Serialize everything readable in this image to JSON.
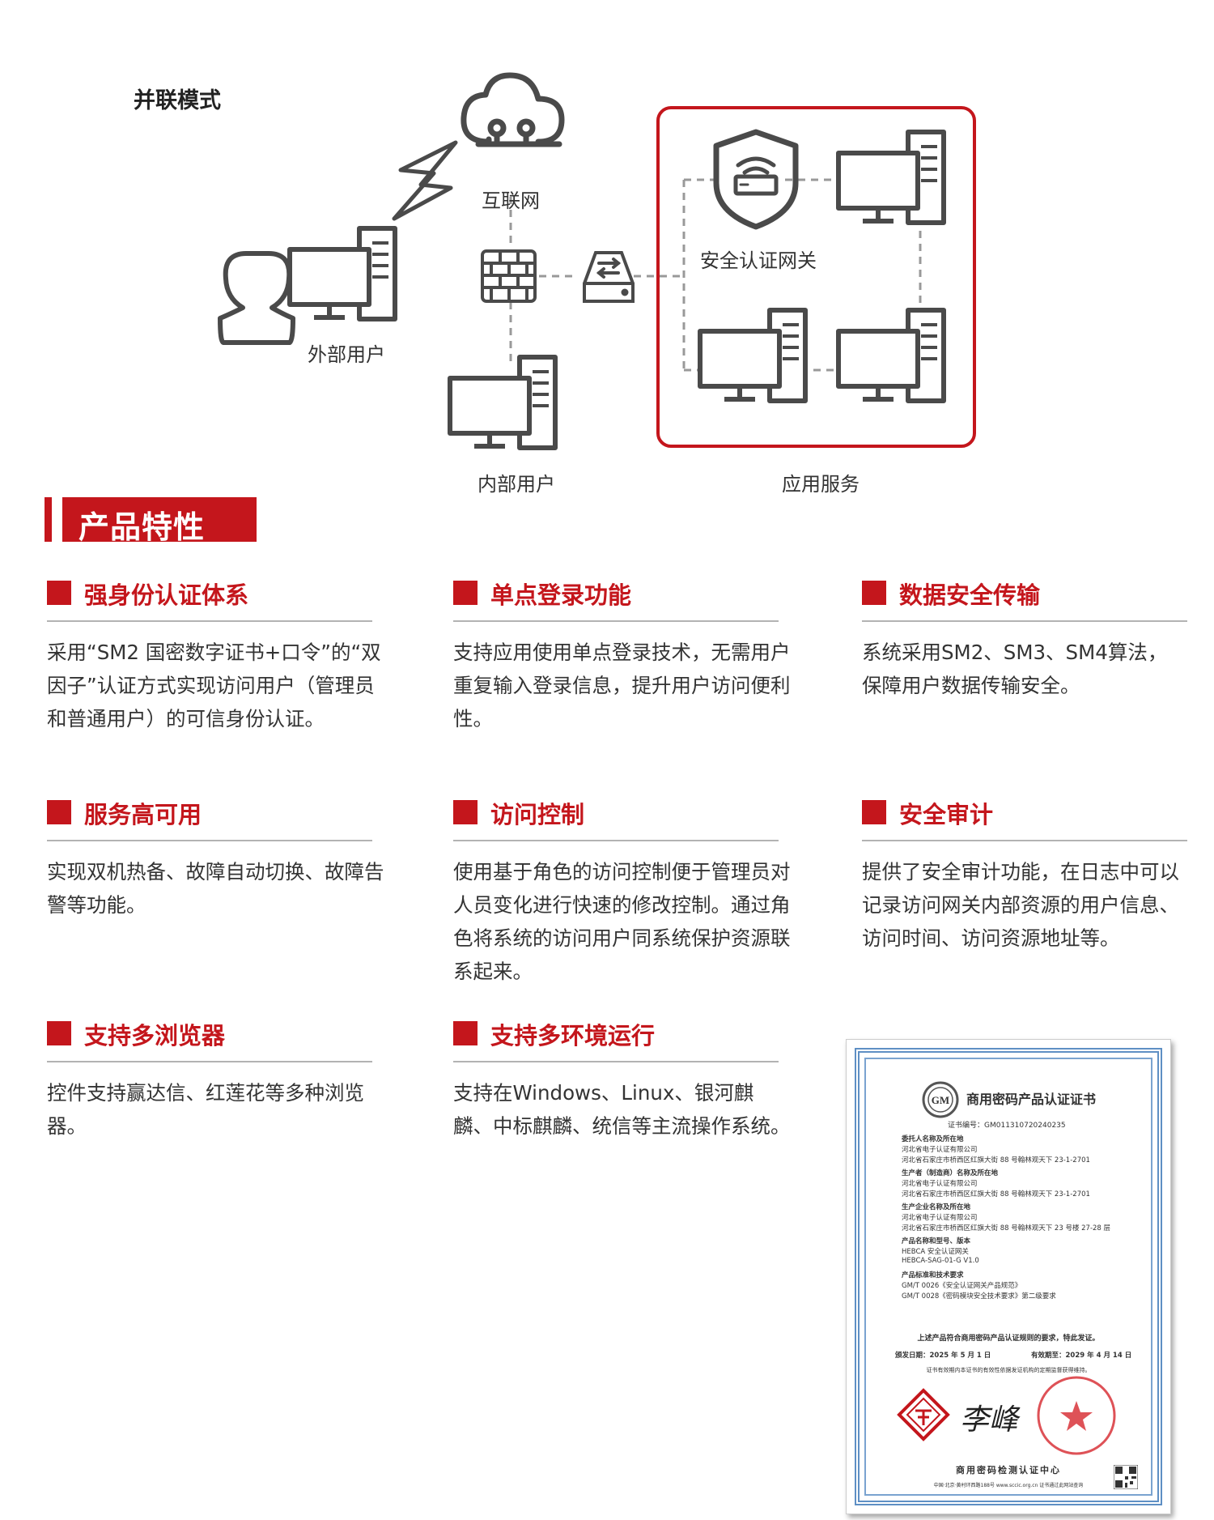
{
  "diagram": {
    "mode_title": "并联模式",
    "labels": {
      "internet": "互联网",
      "external_user": "外部用户",
      "internal_user": "内部用户",
      "gateway": "安全认证网关",
      "app_service": "应用服务"
    },
    "accent_color": "#c4161c",
    "icon_color": "#4a4a4a"
  },
  "section": {
    "title": "产品特性"
  },
  "features": [
    {
      "title": "强身份认证体系",
      "body": "采用“SM2 国密数字证书+口令”的“双因子”认证方式实现访问用户（管理员和普通用户）的可信身份认证。"
    },
    {
      "title": "单点登录功能",
      "body": "支持应用使用单点登录技术，无需用户重复输入登录信息，提升用户访问便利性。"
    },
    {
      "title": "数据安全传输",
      "body": "系统采用SM2、SM3、SM4算法，保障用户数据传输安全。"
    },
    {
      "title": "服务高可用",
      "body": "实现双机热备、故障自动切换、故障告警等功能。"
    },
    {
      "title": "访问控制",
      "body": "使用基于角色的访问控制便于管理员对人员变化进行快速的修改控制。通过角色将系统的访问用户同系统保护资源联系起来。"
    },
    {
      "title": "安全审计",
      "body": "提供了安全审计功能，在日志中可以记录访问网关内部资源的用户信息、访问时间、访问资源地址等。"
    },
    {
      "title": "支持多浏览器",
      "body": "控件支持赢达信、红莲花等多种浏览器。"
    },
    {
      "title": "支持多环境运行",
      "body": "支持在Windows、Linux、银河麒麟、中标麒麟、统信等主流操作系统。"
    }
  ],
  "certificate": {
    "logo_text": "GM",
    "title": "商用密码产品认证证书",
    "number": "证书编号：GM011310720240235",
    "lines": [
      {
        "text": "委托人名称及所在地",
        "bold": true
      },
      {
        "text": "河北省电子认证有限公司",
        "bold": false
      },
      {
        "text": "河北省石家庄市桥西区红旗大街 88 号翰林观天下 23-1-2701",
        "bold": false
      },
      {
        "text": "生产者（制造商）名称及所在地",
        "bold": true
      },
      {
        "text": "河北省电子认证有限公司",
        "bold": false
      },
      {
        "text": "河北省石家庄市桥西区红旗大街 88 号翰林观天下 23-1-2701",
        "bold": false
      },
      {
        "text": "生产企业名称及所在地",
        "bold": true
      },
      {
        "text": "河北省电子认证有限公司",
        "bold": false
      },
      {
        "text": "河北省石家庄市桥西区红旗大街 88 号翰林观天下 23 号楼 27-28 层",
        "bold": false
      },
      {
        "text": "产品名称和型号、版本",
        "bold": true
      },
      {
        "text": "HEBCA 安全认证网关",
        "bold": false
      },
      {
        "text": "HEBCA-SAG-01-G   V1.0",
        "bold": false
      },
      {
        "text": "产品标准和技术要求",
        "bold": true
      },
      {
        "text": "GM/T 0026《安全认证网关产品规范》",
        "bold": false
      },
      {
        "text": "GM/T 0028《密码模块安全技术要求》第二级要求",
        "bold": false
      }
    ],
    "statement": "上述产品符合商用密码产品认证规则的要求，特此发证。",
    "issue_date": "颁发日期：2025 年 5 月 1 日",
    "expiry_date": "有效期至：2029 年 4 月 14 日",
    "validity_note": "证书有效期内本证书的有效性依据发证机构的定期监督获得维持。",
    "signature": "李峰",
    "issuer": "商用密码检测认证中心",
    "footer": "中国·北京·黄村环西路188号  www.sccic.org.cn  证书通过此网站查询"
  }
}
